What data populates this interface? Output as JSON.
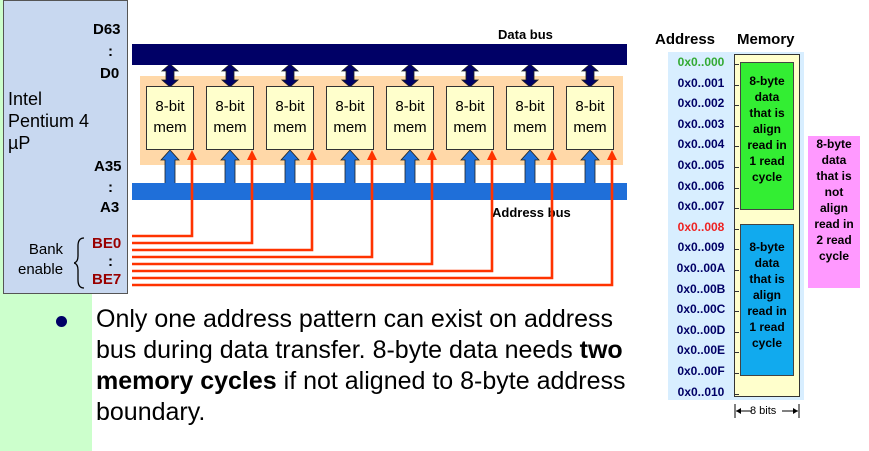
{
  "cpu": {
    "name_lines": [
      "Intel",
      "Pentium 4",
      "µP"
    ],
    "pins": {
      "d63": "D63",
      "d0": "D0",
      "a35": "A35",
      "a3": "A3",
      "colon": ":",
      "be0": "BE0",
      "be7": "BE7"
    },
    "bank_enable": [
      "Bank",
      "enable"
    ]
  },
  "buses": {
    "data_bus": "Data bus",
    "address_bus": "Address bus"
  },
  "memories": [
    {
      "l1": "8-bit",
      "l2": "mem"
    },
    {
      "l1": "8-bit",
      "l2": "mem"
    },
    {
      "l1": "8-bit",
      "l2": "mem"
    },
    {
      "l1": "8-bit",
      "l2": "mem"
    },
    {
      "l1": "8-bit",
      "l2": "mem"
    },
    {
      "l1": "8-bit",
      "l2": "mem"
    },
    {
      "l1": "8-bit",
      "l2": "mem"
    },
    {
      "l1": "8-bit",
      "l2": "mem"
    }
  ],
  "table": {
    "address_header": "Address",
    "memory_header": "Memory",
    "addresses": [
      {
        "label": "0x0..000",
        "color": "#33aa33"
      },
      {
        "label": "0x0..001",
        "color": "#000066"
      },
      {
        "label": "0x0..002",
        "color": "#000066"
      },
      {
        "label": "0x0..003",
        "color": "#000066"
      },
      {
        "label": "0x0..004",
        "color": "#000066"
      },
      {
        "label": "0x0..005",
        "color": "#000066"
      },
      {
        "label": "0x0..006",
        "color": "#000066"
      },
      {
        "label": "0x0..007",
        "color": "#000066"
      },
      {
        "label": "0x0..008",
        "color": "#ee2222"
      },
      {
        "label": "0x0..009",
        "color": "#000066"
      },
      {
        "label": "0x0..00A",
        "color": "#000066"
      },
      {
        "label": "0x0..00B",
        "color": "#000066"
      },
      {
        "label": "0x0..00C",
        "color": "#000066"
      },
      {
        "label": "0x0..00D",
        "color": "#000066"
      },
      {
        "label": "0x0..00E",
        "color": "#000066"
      },
      {
        "label": "0x0..00F",
        "color": "#000066"
      },
      {
        "label": "0x0..010",
        "color": "#000066"
      }
    ],
    "green_block": [
      "8-byte",
      "data",
      "that is",
      "align",
      "read in",
      "1 read",
      "cycle"
    ],
    "blue_block": [
      "8-byte",
      "data",
      "that is",
      "align",
      "read in",
      "1 read",
      "cycle"
    ],
    "pink_note": [
      "8-byte",
      "data",
      "that is",
      "not",
      "align",
      "read in",
      "2 read",
      "cycle"
    ],
    "width_label": "8 bits"
  },
  "bullet": {
    "text_before": "Only one address pattern can exist on address bus during data transfer. 8-byte data needs ",
    "bold": "two memory cycles",
    "text_after": " if not aligned to 8-byte address boundary."
  },
  "colors": {
    "data_bus": "#000066",
    "address_bus": "#1f6fd9",
    "enable_lines": "#ff3300",
    "memory_band": "#ffd8a8",
    "green_block": "#33ee33",
    "blue_block": "#11aaee",
    "pink_note": "#ff99ff"
  }
}
